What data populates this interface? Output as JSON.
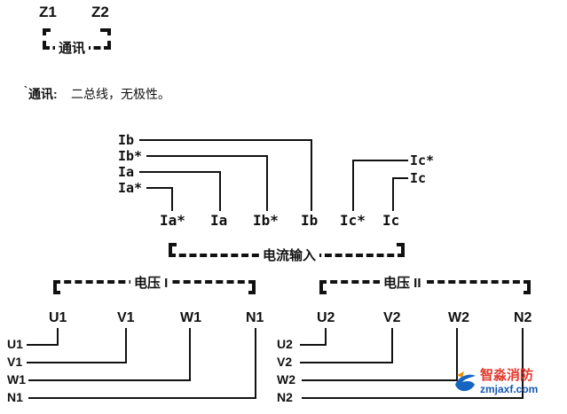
{
  "comm": {
    "z1": "Z1",
    "z2": "Z2",
    "label": "通讯"
  },
  "note": {
    "tick": "`",
    "label": "通讯:",
    "text": "二总线，无极性。"
  },
  "current": {
    "label": "电流输入",
    "left_leads": [
      "Ib",
      "Ib*",
      "Ia",
      "Ia*"
    ],
    "right_leads": [
      "Ic*",
      "Ic"
    ],
    "terminals": [
      "Ia*",
      "Ia",
      "Ib*",
      "Ib",
      "Ic*",
      "Ic"
    ]
  },
  "voltage1": {
    "label": "电压 I",
    "terminals": [
      "U1",
      "V1",
      "W1",
      "N1"
    ],
    "side_labels": [
      "U1",
      "V1",
      "W1",
      "N1"
    ]
  },
  "voltage2": {
    "label": "电压 II",
    "terminals": [
      "U2",
      "V2",
      "W2",
      "N2"
    ],
    "side_labels": [
      "U2",
      "V2",
      "W2",
      "N2"
    ]
  },
  "watermark": {
    "brand": "智淼消防",
    "site": "zmjaxf.com"
  }
}
